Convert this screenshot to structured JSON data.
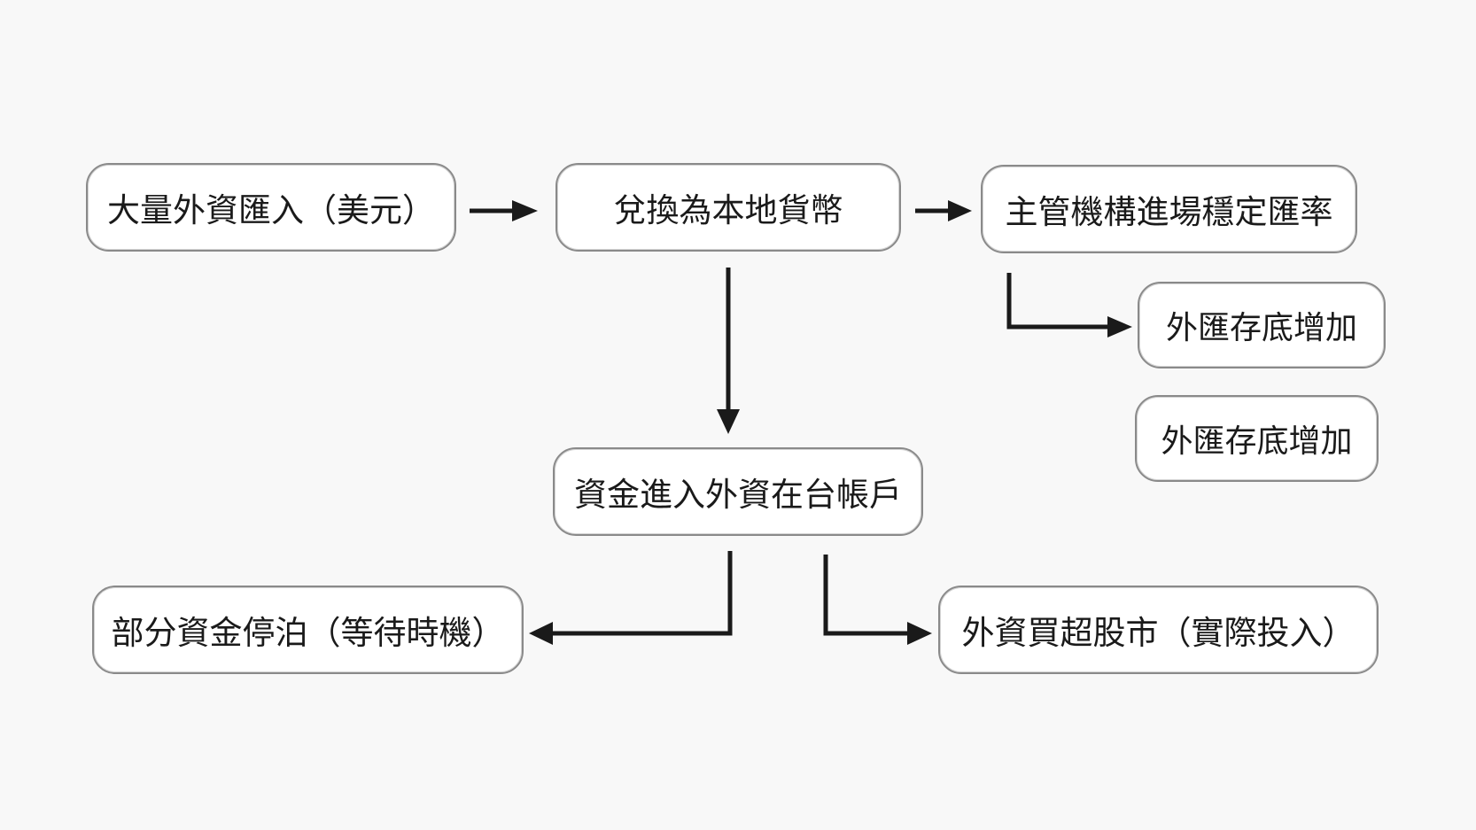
{
  "nodes": {
    "inflow": "大量外資匯入（美元）",
    "convert": "兌換為本地貨幣",
    "stabilize": "主管機構進場穩定匯率",
    "reserves_1": "外匯存底增加",
    "reserves_2": "外匯存底增加",
    "account": "資金進入外資在台帳戶",
    "parked": "部分資金停泊（等待時機）",
    "buy": "外資買超股市（實際投入）"
  },
  "colors": {
    "background": "#f8f8f8",
    "box_border": "#8a8a8a",
    "box_fill": "#ffffff",
    "arrow": "#1a1a1a",
    "text": "#1a1a1a"
  }
}
